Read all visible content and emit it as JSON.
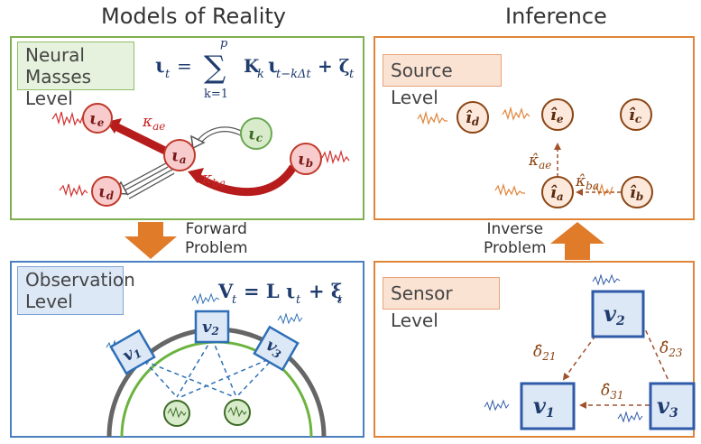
{
  "titles": {
    "left": "Models of Reality",
    "right": "Inference"
  },
  "panels": {
    "neural": {
      "label_line1": "Neural Masses",
      "label_line2": "Level",
      "equation_lhs": "ι",
      "equation_sub": "t",
      "sum_top": "p",
      "sum_bottom": "k=1",
      "equation_K": "K",
      "equation_K_sub": "k",
      "equation_iota2_sub": "t−kΔt",
      "equation_zeta": "+ ζ",
      "equation_zeta_sub": "t",
      "colors": {
        "border": "#7fb04f",
        "label_bg": "#e6f2dd",
        "node_red_fill": "#f8cccc",
        "node_red_stroke": "#c0392b",
        "node_green_fill": "#d8eccc",
        "node_green_stroke": "#6aa84f",
        "arrow_red": "#b71c1c"
      }
    },
    "observation": {
      "label_line1": "Observation",
      "label_line2": "Level",
      "equation": "V",
      "equation_sub": "t",
      "equation_rest": "= L ι",
      "equation_rest_sub": "t",
      "equation_xi": "+ ξ",
      "equation_xi_sub": "t",
      "colors": {
        "border": "#4a7fc1",
        "label_bg": "#dde8f6",
        "sensor": "#2e6fb7"
      }
    },
    "source": {
      "label": "Source Level",
      "colors": {
        "border": "#e0843a",
        "label_bg": "#fbe3d4",
        "node": "#8b4513"
      }
    },
    "sensor": {
      "label": "Sensor Level",
      "colors": {
        "border": "#e0843a",
        "label_bg": "#fbe3d4",
        "sensor": "#2e5aa8",
        "dashed": "#a0522d"
      }
    }
  },
  "arrows": {
    "forward_line1": "Forward",
    "forward_line2": "Problem",
    "inverse_line1": "Inverse",
    "inverse_line2": "Problem",
    "color": "#e07b2a"
  },
  "nodes": {
    "neural": [
      {
        "sub": "e"
      },
      {
        "sub": "a"
      },
      {
        "sub": "c"
      },
      {
        "sub": "b"
      },
      {
        "sub": "d"
      }
    ],
    "source": [
      {
        "sub": "d"
      },
      {
        "sub": "e"
      },
      {
        "sub": "c"
      },
      {
        "sub": "a"
      },
      {
        "sub": "b"
      }
    ]
  },
  "edges": {
    "neural": {
      "ae": "ae",
      "ba": "ba"
    },
    "source": {
      "ae": "ae",
      "ba": "ba"
    }
  },
  "sensors": {
    "observation": [
      {
        "sub": "1"
      },
      {
        "sub": "2"
      },
      {
        "sub": "3"
      }
    ],
    "sensor": [
      {
        "sub": "2"
      },
      {
        "sub": "1"
      },
      {
        "sub": "3"
      }
    ]
  },
  "sensor_edges": {
    "e21": "21",
    "e23": "23",
    "e31": "31"
  }
}
